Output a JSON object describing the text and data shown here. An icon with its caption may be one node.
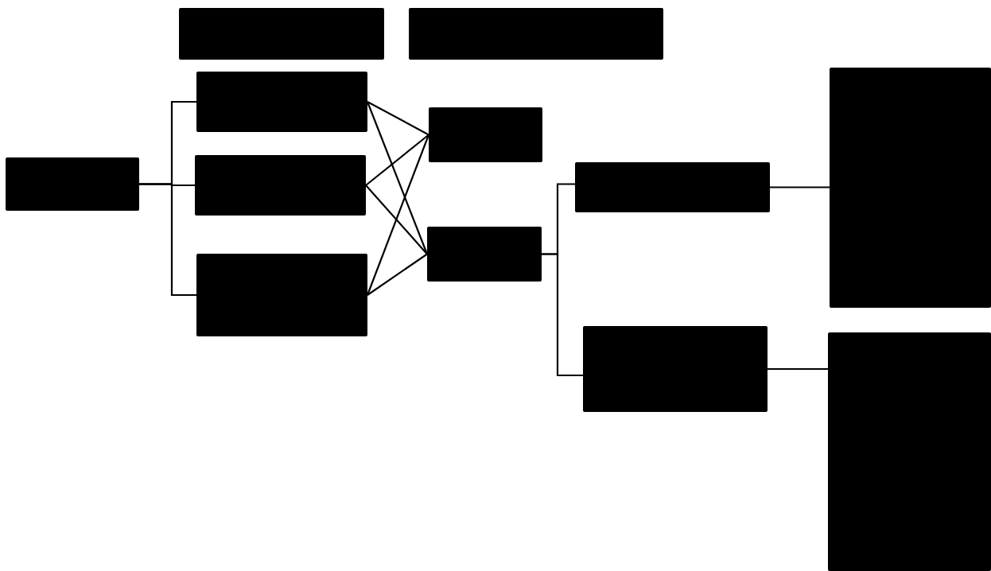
{
  "diagram": {
    "nodes": [
      {
        "text": [],
        "shape": "box"
      },
      {
        "text": [],
        "shape": "box"
      },
      {
        "text": [],
        "shape": "box"
      },
      {
        "text": [],
        "shape": "box"
      },
      {
        "text": [],
        "shape": "box"
      },
      {
        "text": [],
        "shape": "box"
      },
      {
        "text": [],
        "shape": "box"
      },
      {
        "text": [],
        "shape": "box"
      },
      {
        "text": [],
        "shape": "box"
      },
      {
        "text": [],
        "shape": "box"
      },
      {
        "text": [],
        "shape": "box"
      },
      {
        "text": [],
        "shape": "box"
      }
    ],
    "edges": [
      {
        "from": 2,
        "to": 3,
        "arrow": "none"
      },
      {
        "from": 2,
        "to": 4,
        "arrow": "none"
      },
      {
        "from": 2,
        "to": 5,
        "arrow": "none"
      },
      {
        "from": 3,
        "to": 6,
        "arrow": "none"
      },
      {
        "from": 3,
        "to": 7,
        "arrow": "none"
      },
      {
        "from": 4,
        "to": 6,
        "arrow": "none"
      },
      {
        "from": 4,
        "to": 7,
        "arrow": "none"
      },
      {
        "from": 5,
        "to": 6,
        "arrow": "none"
      },
      {
        "from": 5,
        "to": 7,
        "arrow": "none"
      },
      {
        "from": 7,
        "to": 8,
        "arrow": "none"
      },
      {
        "from": 7,
        "to": 9,
        "arrow": "none"
      },
      {
        "from": 8,
        "to": 10,
        "arrow": "none"
      },
      {
        "from": 9,
        "to": 11,
        "arrow": "none"
      }
    ]
  }
}
